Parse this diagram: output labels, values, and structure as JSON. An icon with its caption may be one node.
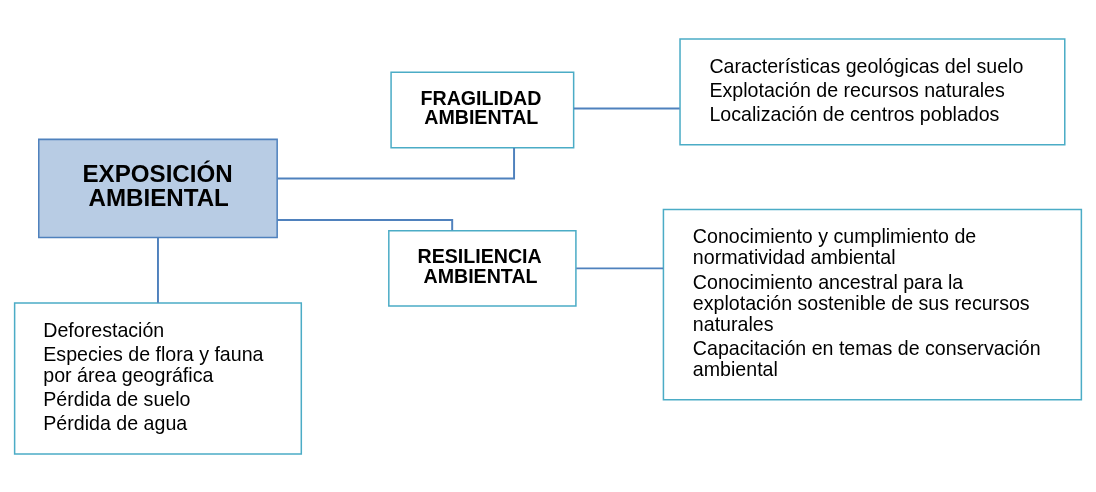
{
  "diagram": {
    "nodes": [
      {
        "text": [
          "EXPOSICIÓN AMBIENTAL"
        ]
      },
      {
        "text": [
          "FRAGILIDAD AMBIENTAL"
        ]
      },
      {
        "text": [
          "Características geológicas del suelo",
          "Explotación de recursos naturales",
          "Localización de centros poblados"
        ]
      },
      {
        "text": [
          "Deforestación",
          "Especies de flora y fauna por área geográfica",
          "Pérdida de suelo",
          "Pérdida de agua"
        ]
      },
      {
        "text": [
          "RESILIENCIA AMBIENTAL"
        ]
      },
      {
        "text": [
          "Conocimiento y cumplimiento de normatividad ambiental",
          "Conocimiento ancestral para la explotación sostenible de sus recursos naturales",
          "Capacitación en temas de conservación ambiental"
        ]
      }
    ],
    "edges": [
      {
        "from": 0,
        "to": 1,
        "arrow": "none"
      },
      {
        "from": 0,
        "to": 4,
        "arrow": "none"
      },
      {
        "from": 1,
        "to": 2,
        "arrow": "none"
      },
      {
        "from": 0,
        "to": 3,
        "arrow": "none"
      },
      {
        "from": 4,
        "to": 5,
        "arrow": "none"
      }
    ]
  }
}
